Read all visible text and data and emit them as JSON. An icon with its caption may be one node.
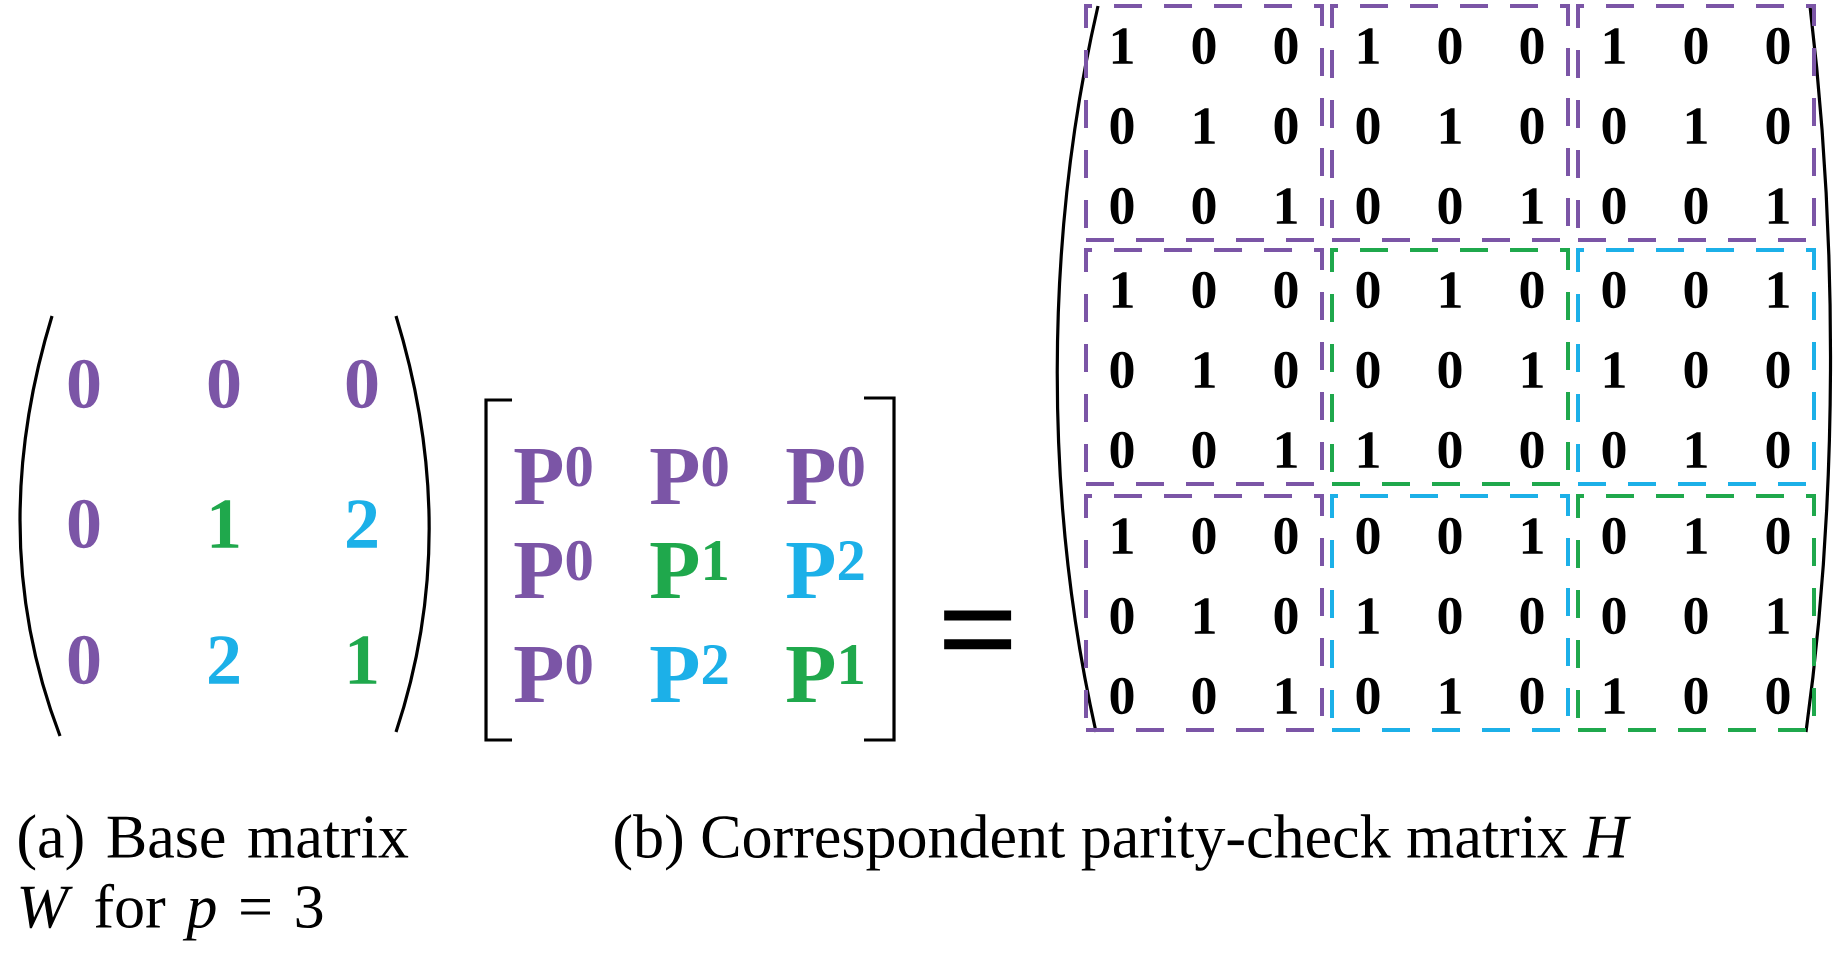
{
  "diagram": {
    "nodes": [
      {
        "text": [
          "1",
          "0",
          "0",
          "0",
          "1",
          "0",
          "0",
          "0",
          "1"
        ]
      },
      {
        "text": [
          "1",
          "0",
          "0",
          "0",
          "1",
          "0",
          "0",
          "0",
          "1"
        ]
      },
      {
        "text": [
          "1",
          "0",
          "0",
          "0",
          "1",
          "0",
          "0",
          "0",
          "1"
        ]
      },
      {
        "text": [
          "1",
          "0",
          "0",
          "0",
          "1",
          "0",
          "0",
          "0",
          "1"
        ]
      },
      {
        "text": [
          "0",
          "1",
          "0",
          "0",
          "0",
          "1",
          "1",
          "0",
          "0"
        ]
      },
      {
        "text": [
          "0",
          "0",
          "1",
          "1",
          "0",
          "0",
          "0",
          "1",
          "0"
        ]
      },
      {
        "text": [
          "1",
          "0",
          "0",
          "0",
          "1",
          "0",
          "0",
          "0",
          "1"
        ]
      },
      {
        "text": [
          "0",
          "0",
          "1",
          "1",
          "0",
          "0",
          "0",
          "1",
          "0"
        ]
      },
      {
        "text": [
          "0",
          "1",
          "0",
          "0",
          "0",
          "1",
          "1",
          "0",
          "0"
        ]
      }
    ],
    "labels": [
      "0",
      "0",
      "0",
      "0",
      "1",
      "2",
      "0",
      "2",
      "1",
      "P$^{0}$",
      "P$^{0}$",
      "P$^{0}$",
      "P$^{0}$",
      "P$^{1}$",
      "P$^{2}$",
      "P$^{0}$",
      "P$^{2}$",
      "P$^{1}$",
      "=",
      "(a) Base matrix *W* for *p* = 3",
      "(b) Correspondent parity-check matrix *H*"
    ]
  }
}
